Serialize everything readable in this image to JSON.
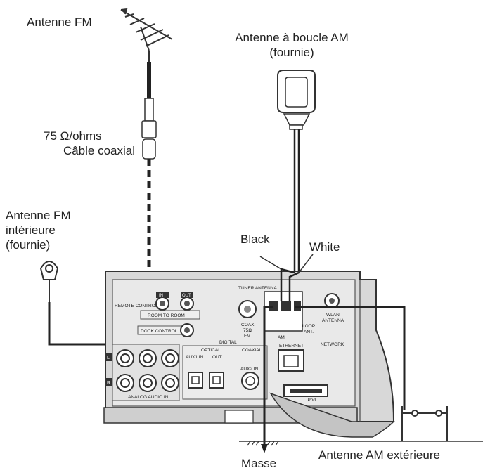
{
  "labels": {
    "fm_antenna": "Antenne FM",
    "am_loop_line1": "Antenne à boucle AM",
    "am_loop_line2": "(fournie)",
    "coax_line1": "75 Ω/ohms",
    "coax_line2": "Câble coaxial",
    "fm_indoor_line1": "Antenne FM",
    "fm_indoor_line2": "intérieure",
    "fm_indoor_line3": "(fournie)",
    "black": "Black",
    "white": "White",
    "am_outdoor": "Antenne AM extérieure",
    "ground": "Masse"
  },
  "panel_labels": {
    "remote_control": "REMOTE CONTROL",
    "in": "IN",
    "out": "OUT",
    "room_to_room": "ROOM TO ROOM",
    "dock_control": "DOCK CONTROL",
    "tuner_antenna": "TUNER ANTENNA",
    "coax_fm_1": "COAX.",
    "coax_fm_2": "75Ω",
    "coax_fm_3": "FM",
    "am": "AM",
    "loop_ant_1": "LOOP",
    "loop_ant_2": "ANT.",
    "wlan_1": "WLAN",
    "wlan_2": "ANTENNA",
    "digital": "DIGITAL",
    "optical": "OPTICAL",
    "aux1_in": "AUX1 IN",
    "opt_out": "OUT",
    "coaxial": "COAXIAL",
    "aux2_in": "AUX2 IN",
    "ethernet": "ETHERNET",
    "network": "NETWORK",
    "ipod": "iPod",
    "analog_audio_in": "ANALOG AUDIO IN",
    "left": "L",
    "right": "R"
  }
}
